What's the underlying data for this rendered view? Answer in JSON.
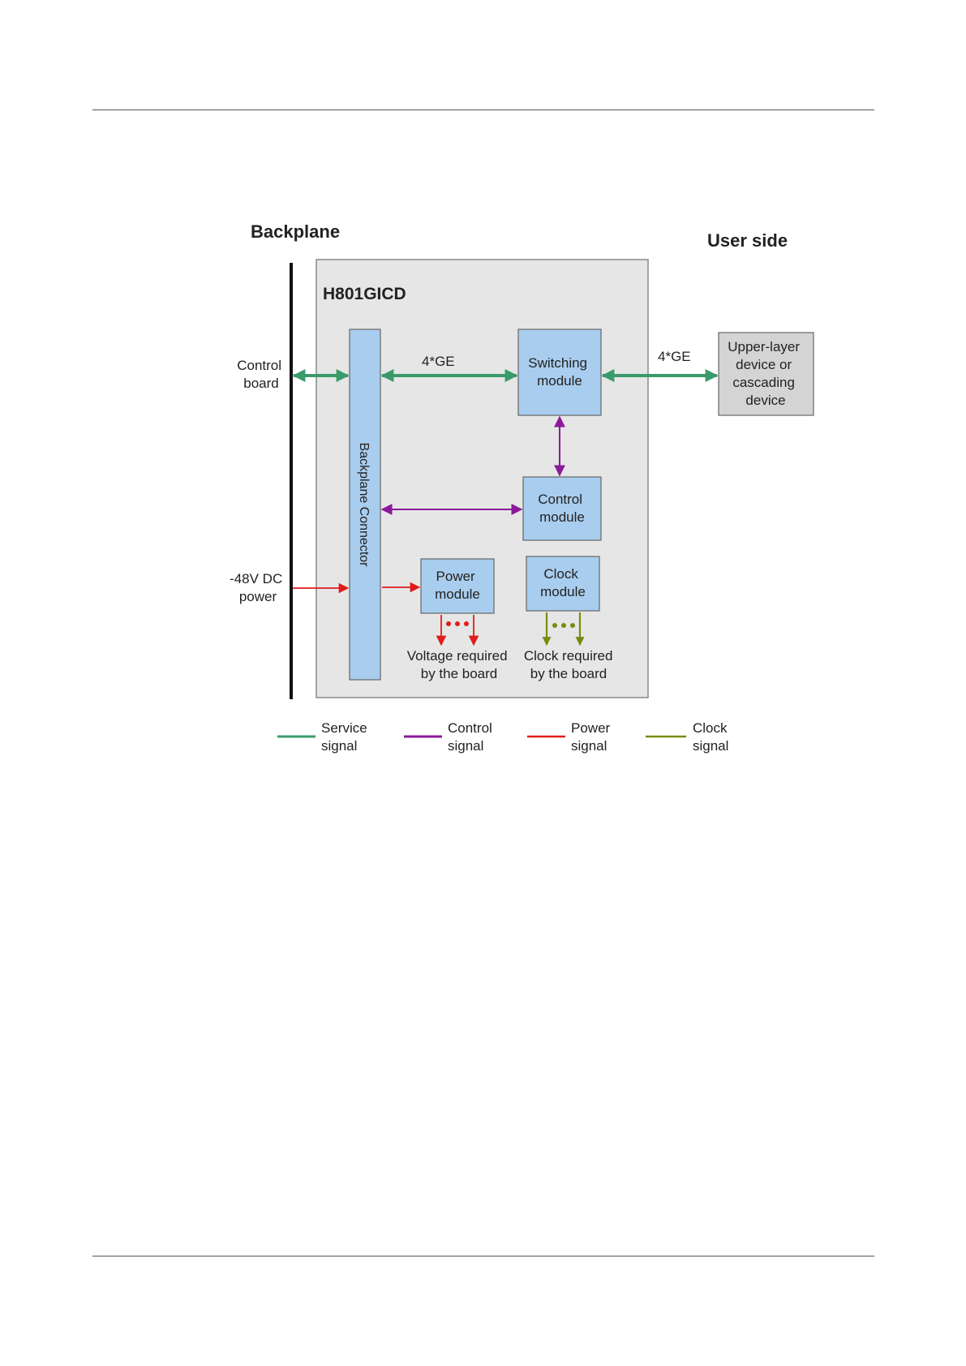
{
  "diagram": {
    "backplane_title": "Backplane",
    "user_side_title": "User side",
    "board_name": "H801GICD",
    "control_board": [
      "Control",
      "board"
    ],
    "dc_power": [
      "-48V DC",
      "power"
    ],
    "backplane_connector": "Backplane Connector",
    "switching_module": [
      "Switching",
      "module"
    ],
    "control_module": [
      "Control",
      "module"
    ],
    "power_module": [
      "Power",
      "module"
    ],
    "clock_module": [
      "Clock",
      "module"
    ],
    "upper_layer_device": [
      "Upper-layer",
      "device or",
      "cascading",
      "device"
    ],
    "link_label_inner": "4*GE",
    "link_label_outer": "4*GE",
    "voltage_required": [
      "Voltage required",
      "by the board"
    ],
    "clock_required": [
      "Clock required",
      "by the board"
    ]
  },
  "legend": [
    {
      "label": [
        "Service",
        "signal"
      ],
      "color": "#3a9a6a"
    },
    {
      "label": [
        "Control",
        "signal"
      ],
      "color": "#8b1a9a"
    },
    {
      "label": [
        "Power",
        "signal"
      ],
      "color": "#e21b1b"
    },
    {
      "label": [
        "Clock",
        "signal"
      ],
      "color": "#7a8a10"
    }
  ],
  "colors": {
    "board_fill": "#e6e6e6",
    "module_fill": "#a9cdee",
    "device_fill": "#d4d4d4"
  }
}
